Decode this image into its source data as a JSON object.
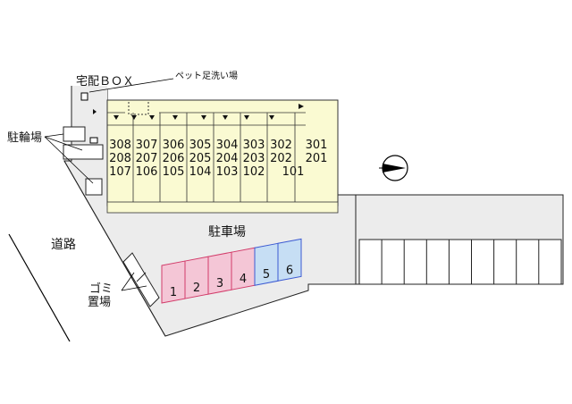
{
  "labels": {
    "delivery_box": "宅配ＢＯＸ",
    "pet_wash": "ペット足洗い場",
    "bicycle_parking": "駐輪場",
    "parking_lot": "駐車場",
    "road": "道路",
    "garbage_line1": "ゴミ",
    "garbage_line2": "置場"
  },
  "building": {
    "columns": [
      {
        "rooms": [
          "308",
          "208",
          "107"
        ]
      },
      {
        "rooms": [
          "307",
          "207",
          "106"
        ]
      },
      {
        "rooms": [
          "306",
          "206",
          "105"
        ]
      },
      {
        "rooms": [
          "305",
          "205",
          "104"
        ]
      },
      {
        "rooms": [
          "304",
          "204",
          "103"
        ]
      },
      {
        "rooms": [
          "303",
          "203",
          "102"
        ]
      },
      {
        "rooms": [
          "302",
          "202",
          "101"
        ]
      },
      {
        "rooms": [
          "301",
          "201",
          ""
        ]
      }
    ]
  },
  "parking_spaces": [
    {
      "number": "1",
      "color": "#f4c6d6"
    },
    {
      "number": "2",
      "color": "#f4c6d6"
    },
    {
      "number": "3",
      "color": "#f4c6d6"
    },
    {
      "number": "4",
      "color": "#f4c6d6"
    },
    {
      "number": "5",
      "color": "#c6def4"
    },
    {
      "number": "6",
      "color": "#c6def4"
    }
  ],
  "colors": {
    "building_fill": "#fafad2",
    "lot_fill": "#ececec",
    "pink_border": "#d23c6a",
    "blue_border": "#3c5ad2"
  }
}
